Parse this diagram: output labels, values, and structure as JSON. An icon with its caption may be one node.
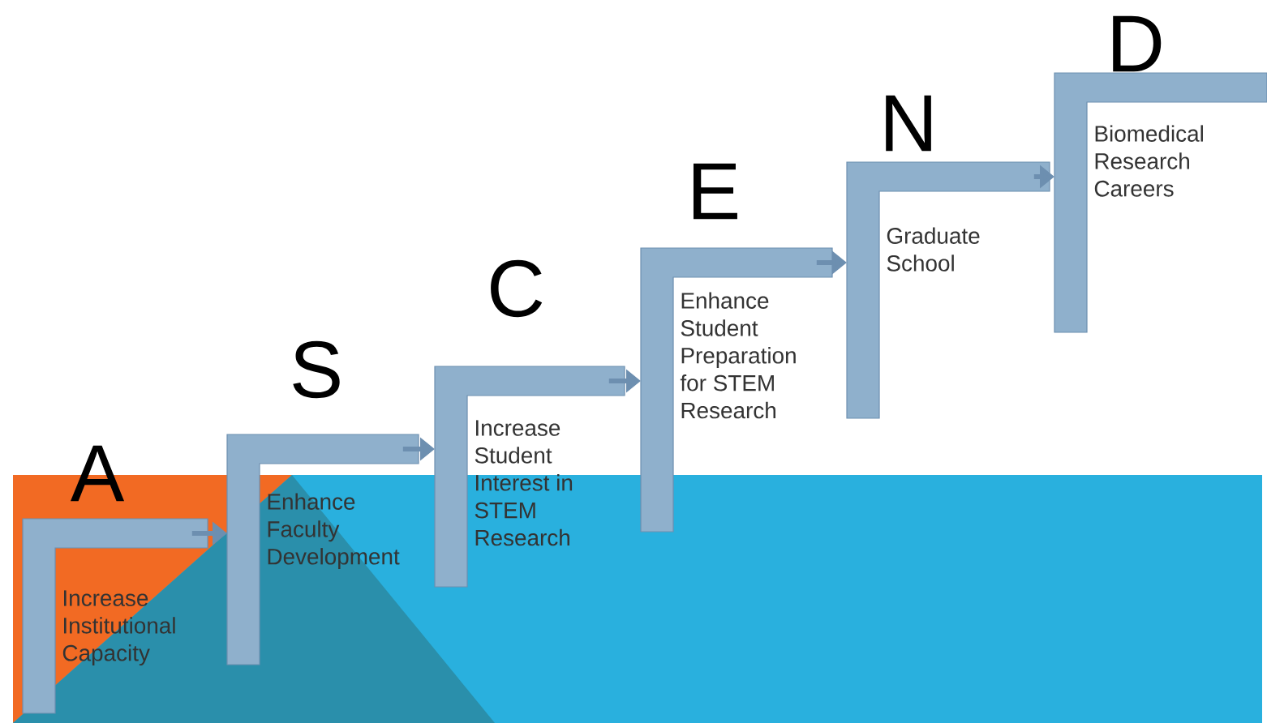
{
  "diagram": {
    "nodes": [
      {
        "text": [
          "A",
          "Increase Institutional Capacity"
        ]
      },
      {
        "text": [
          "S",
          "Enhance Faculty Development"
        ]
      },
      {
        "text": [
          "C",
          "Increase Student Interest in STEM Research"
        ]
      },
      {
        "text": [
          "E",
          "Enhance Student Preparation for STEM Research"
        ]
      },
      {
        "text": [
          "N",
          "Graduate School"
        ]
      },
      {
        "text": [
          "D",
          "Biomedical Research Careers"
        ]
      }
    ],
    "edges": [
      {
        "from": 0,
        "to": 1,
        "arrow": "to"
      },
      {
        "from": 1,
        "to": 2,
        "arrow": "to"
      },
      {
        "from": 2,
        "to": 3,
        "arrow": "to"
      },
      {
        "from": 3,
        "to": 4,
        "arrow": "to"
      },
      {
        "from": 4,
        "to": 5,
        "arrow": "to"
      }
    ]
  }
}
